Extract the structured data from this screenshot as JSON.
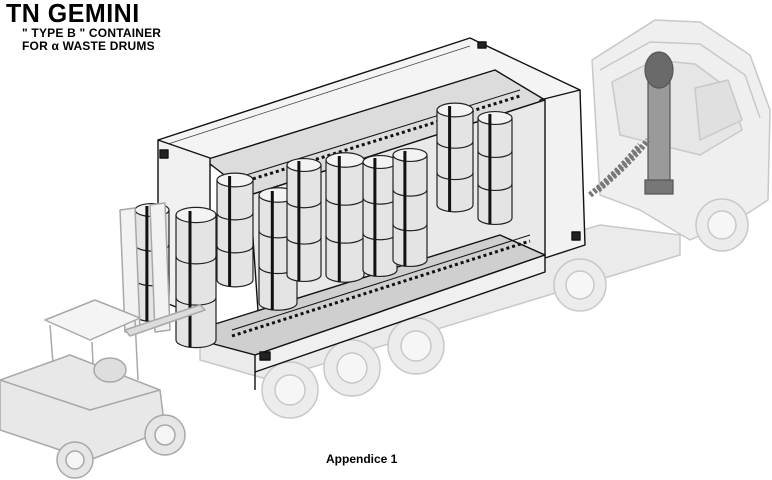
{
  "title": {
    "main": "TN GEMINI",
    "line1": "\" TYPE B \" CONTAINER",
    "line2": "FOR α WASTE DRUMS"
  },
  "caption": "Appendice 1",
  "colors": {
    "truck_ghost": "#d6d6d6",
    "truck_fill": "#eeeeee",
    "container_fill": "#f2f2f2",
    "drum_fill": "#e4e4e4",
    "outline": "#111111"
  }
}
